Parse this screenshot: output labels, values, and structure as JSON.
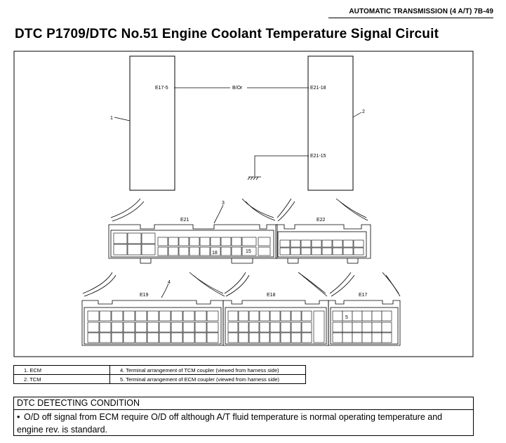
{
  "header": {
    "text": "AUTOMATIC TRANSMISSION (4 A/T) 7B-49"
  },
  "title": "DTC P1709/DTC No.51 Engine Coolant Temperature Signal Circuit",
  "diagram": {
    "wire": {
      "left_terminal": "E17-5",
      "color": "B/Or",
      "right_terminal": "E21-18"
    },
    "ground_terminal": "E21-15",
    "callouts": {
      "ecm": "1",
      "tcm": "2",
      "tcm_coupler": "3",
      "ecm_coupler": "4"
    },
    "couplers": {
      "e21": {
        "label": "E21",
        "pins": [
          "18",
          "15"
        ]
      },
      "e22": {
        "label": "E22"
      },
      "e19": {
        "label": "E19"
      },
      "e18": {
        "label": "E18"
      },
      "e17": {
        "label": "E17",
        "pin": "5"
      }
    }
  },
  "legend": [
    {
      "a": "1.  ECM",
      "b": "4.  Terminal arrangement of TCM coupler (viewed from harness side)"
    },
    {
      "a": "2.  TCM",
      "b": "5.  Terminal arrangement of ECM coupler (viewed from harness side)"
    }
  ],
  "condition": {
    "title": "DTC DETECTING CONDITION",
    "bullet": "•",
    "text": "O/D off signal from ECM require O/D off although A/T fluid temperature is normal operating temperature and engine rev. is standard."
  }
}
